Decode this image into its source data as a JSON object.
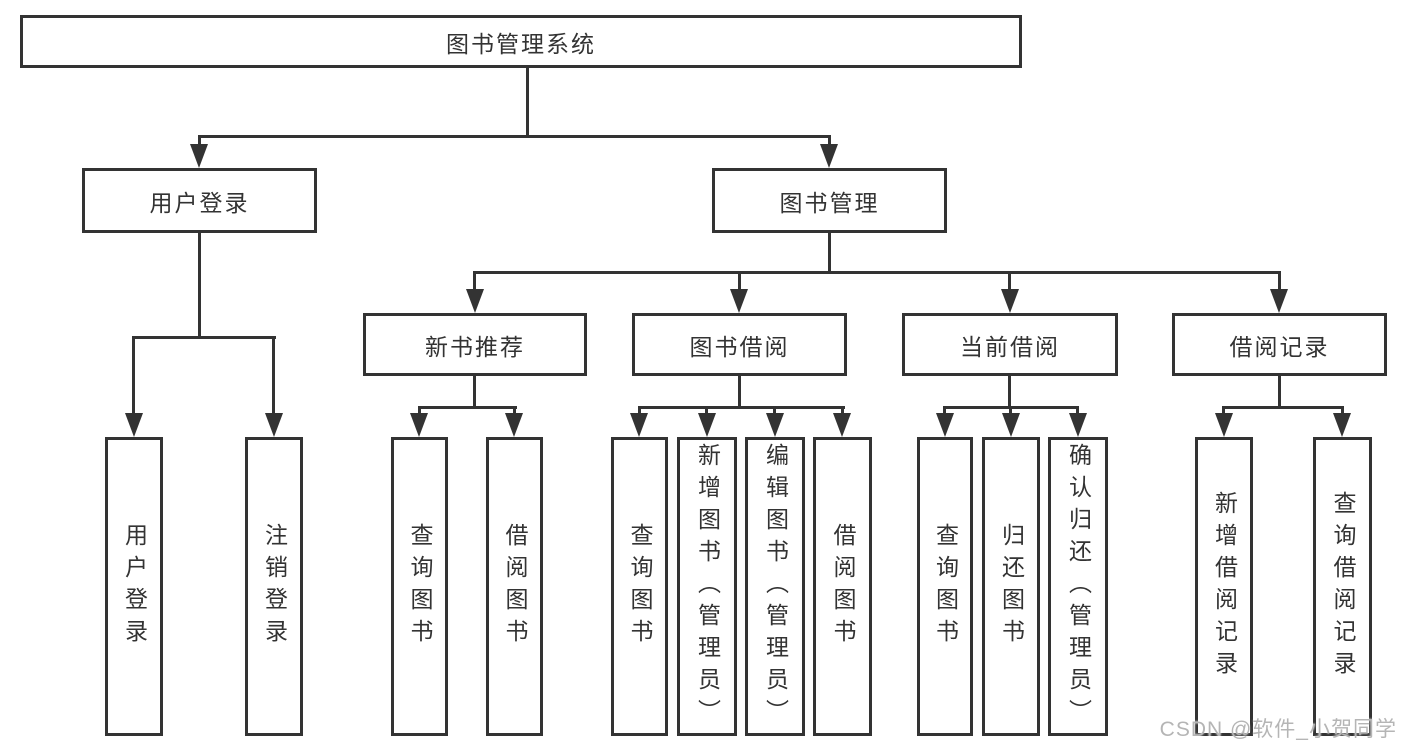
{
  "diagram_type": "function-structure-tree",
  "colors": {
    "line": "#333333",
    "text": "#333333",
    "background": "#ffffff",
    "watermark": "#b5b5b5"
  },
  "tree": {
    "label": "图书管理系统",
    "children": [
      {
        "label": "用户登录",
        "children": [
          {
            "label": "用户登录"
          },
          {
            "label": "注销登录"
          }
        ]
      },
      {
        "label": "图书管理",
        "children": [
          {
            "label": "新书推荐",
            "children": [
              {
                "label": "查询图书"
              },
              {
                "label": "借阅图书"
              }
            ]
          },
          {
            "label": "图书借阅",
            "children": [
              {
                "label": "查询图书"
              },
              {
                "label": "新增图书（管理员）"
              },
              {
                "label": "编辑图书（管理员）"
              },
              {
                "label": "借阅图书"
              }
            ]
          },
          {
            "label": "当前借阅",
            "children": [
              {
                "label": "查询图书"
              },
              {
                "label": "归还图书"
              },
              {
                "label": "确认归还（管理员）"
              }
            ]
          },
          {
            "label": "借阅记录",
            "children": [
              {
                "label": "新增借阅记录"
              },
              {
                "label": "查询借阅记录"
              }
            ]
          }
        ]
      }
    ]
  },
  "watermark": {
    "text": "CSDN @软件_小贺同学"
  }
}
